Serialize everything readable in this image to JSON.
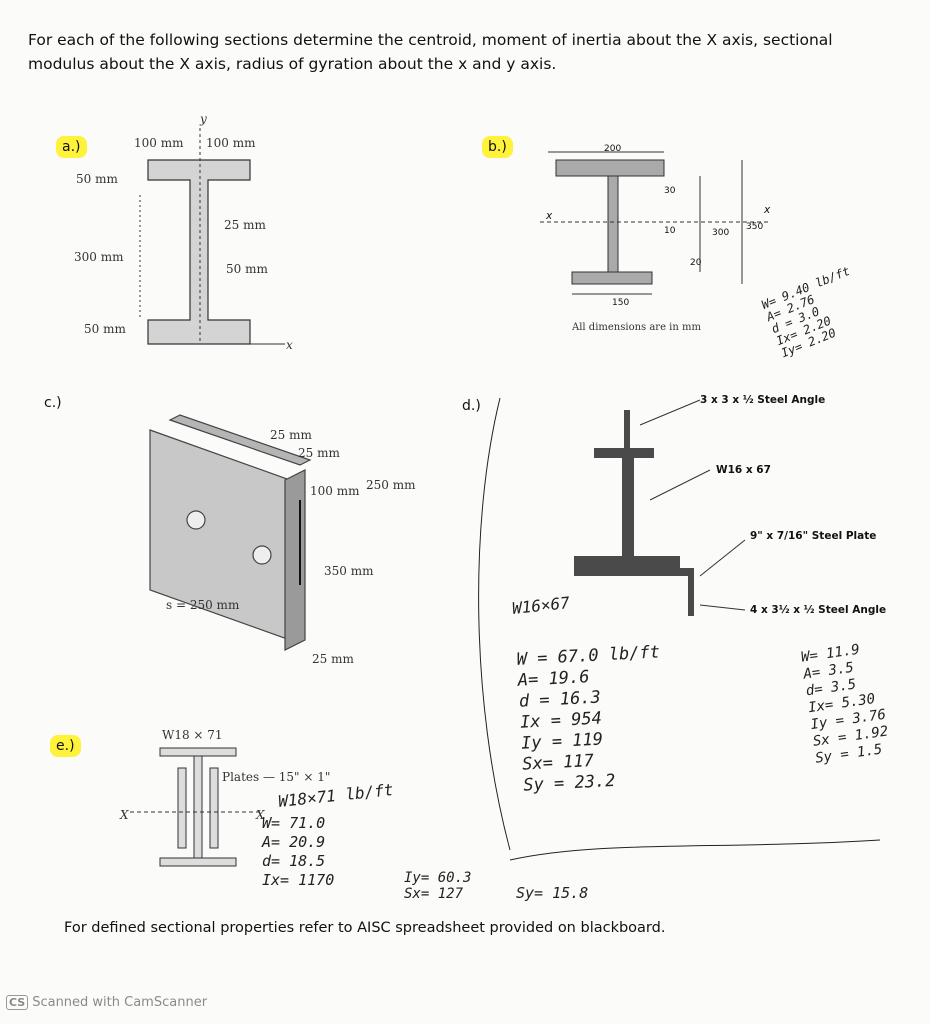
{
  "intro": "For each of the following sections determine the centroid, moment of inertia about the X axis, sectional modulus about the X axis, radius of gyration about the x and y axis.",
  "labels": {
    "a": "a.)",
    "b": "b.)",
    "c": "c.)",
    "d": "d.)",
    "e": "e.)"
  },
  "a": {
    "y_axis": "y",
    "x_axis": "x",
    "w_left": "100 mm",
    "w_right": "100 mm",
    "h_top": "50 mm",
    "h_web": "300 mm",
    "h_bot": "50 mm",
    "t_web_half": "25 mm",
    "t_web": "50 mm"
  },
  "b": {
    "top": "200",
    "t_top": "30",
    "web": "10",
    "depth": "300",
    "total": "350",
    "t_bot": "20",
    "bottom": "150",
    "x_left": "x",
    "x_right": "x",
    "note": "All dimensions are in mm"
  },
  "c": {
    "d1": "25 mm",
    "d2": "25 mm",
    "d3": "100 mm",
    "d4": "250 mm",
    "d5": "350 mm",
    "s": "s = 250 mm",
    "d6": "25 mm"
  },
  "d": {
    "angle_top": "3 x 3 x ½ Steel Angle",
    "w": "W16 x 67",
    "plate": "9\" x 7/16\" Steel Plate",
    "angle_bot": "4 x 3½ x ½ Steel Angle"
  },
  "d_notes_top": [
    "W= 9.40 lb/ft",
    "A= 2.76",
    "d = 3.0",
    "Ix= 2.20",
    "Iy= 2.20"
  ],
  "d_notes_mid": [
    "W16×67",
    "W = 67.0 lb/ft",
    "A= 19.6",
    "d = 16.3",
    "Ix = 954",
    "Iy = 119",
    "Sx= 117",
    "Sy = 23.2"
  ],
  "d_notes_right": [
    "W= 11.9",
    "A= 3.5",
    "d= 3.5",
    "Ix= 5.30",
    "Iy = 3.76",
    "Sx = 1.92",
    "Sy = 1.5"
  ],
  "e": {
    "w": "W18 × 71",
    "plates": "Plates — 15\" × 1\"",
    "x_left": "X",
    "x_right": "X"
  },
  "e_notes": [
    "W18×71 lb/ft",
    "W= 71.0",
    "A= 20.9",
    "d= 18.5",
    "Ix= 1170",
    "Iy= 60.3",
    "Sx= 127",
    "Sy= 15.8"
  ],
  "footer": "For defined sectional properties refer to AISC spreadsheet provided on blackboard.",
  "watermark": {
    "badge": "CS",
    "text": "Scanned with CamScanner"
  },
  "colors": {
    "highlight": "#fff23a",
    "section_fill": "#d4d4d4",
    "steel_dark": "#4a4a4a"
  }
}
